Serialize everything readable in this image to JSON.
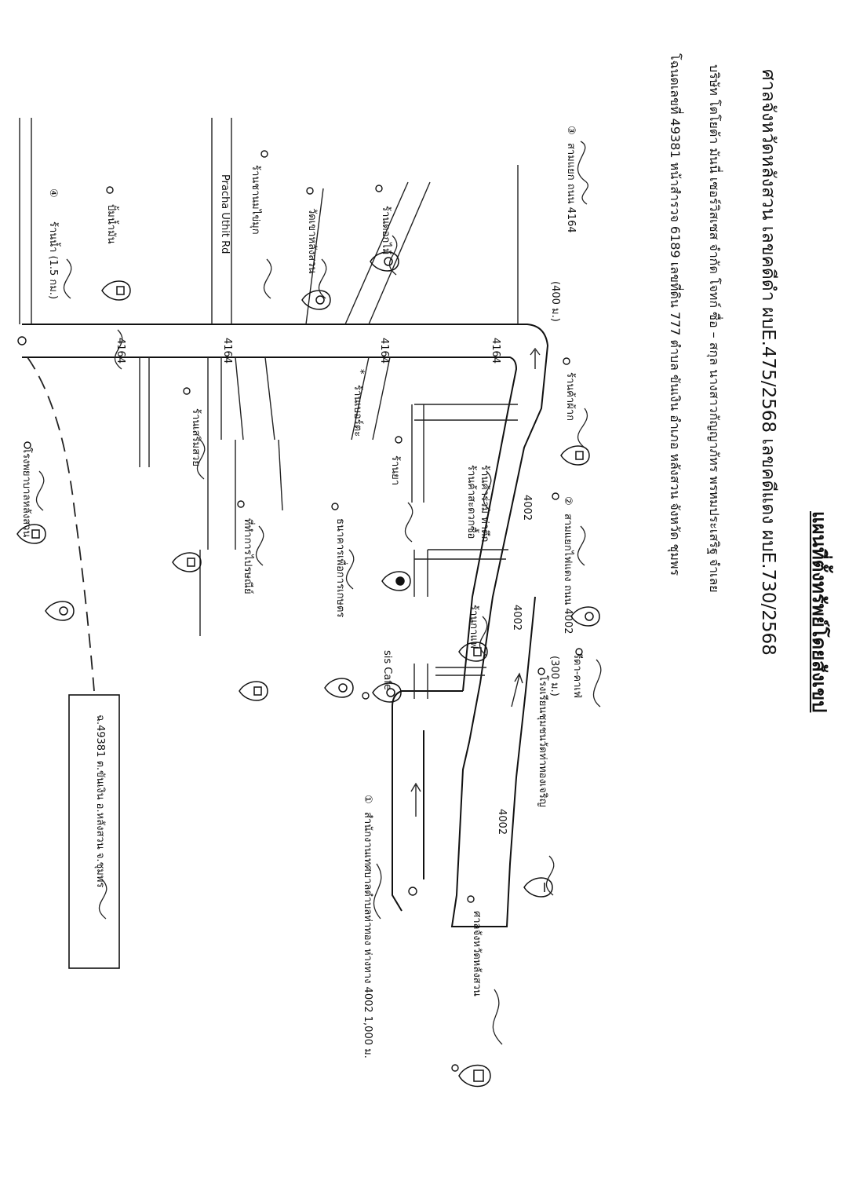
{
  "header": {
    "title": "แผนที่ตั้งทรัพย์โดยสังเขป",
    "line1": "ศาลจังหวัดหลังสวน  เลขคดีดำ ผบE.475/2568  เลขคดีแดง ผบE.730/2568",
    "line2": "บริษัท โตโยต้า มันนี่ เซอร์วิสเซส จำกัด  โจทก์  ซื่อ – สกุล นางสาวกัญญาภัทร พรหมประเสริฐ  จำเลย",
    "line3": "โฉนดเลขที่ 49381  หน้าสำรวจ 6189  เลขที่ดิน 777  ตำบล ขันเงิน  อำเภอ หลังสวน  จังหวัด ชุมพร"
  },
  "roads": {
    "r4164": "4164",
    "r4002": "4002",
    "pracha": "Pracha  Uthit Rd"
  },
  "places": {
    "p1_num": "①",
    "p1": "สำนักงานเทศบาลตำบลท่าทอง ห่างทาง 4002 1,000 ม.",
    "p2_num": "②",
    "p2": "สามแยกไฟแดง ถนน 4002",
    "p2_dist": "(300 ม.)",
    "p3_num": "③",
    "p3": "สามแยก ถนน 4164",
    "p3_dist": "(400 ม.)",
    "p4_num": "④",
    "p4": "ร้านน้ำ (1.5 กม.)",
    "cafe": "รีดา-คาเฟ่",
    "school": "โรงเรียนชุมชนวัดท่าทองเจริญ",
    "bank": "ธนาคารเพื่อการเกษตร",
    "shop": "ร้านค้าผ้าก",
    "store": "ร้านค้าร่วม ท่าตึก",
    "mart": "ร้านค้าสะดวกซื้อ",
    "siscafe": "sis Cafe",
    "pharm": "ร้านยา",
    "tamnak": "ร้านเบอร์ตะ",
    "salon": "ร้านเสริมสวย",
    "gov": "โรงพยาบาลหลังสวน",
    "tea": "ร้านชานมไข่มุก",
    "temple": "วัดเขาหลังสวน",
    "oil": "ปั้มน้ำมัน",
    "flower": "ร้านดอกไม้",
    "parcel": "ที่ทำการไปรษณีย์",
    "bar": "ร้านกาแฟ",
    "court": "ศาลจังหวัดหลังสวน",
    "property": "ฉ.49381 ต.ขันเงิน อ.หลังสวน จ.ชุมพร",
    "star": "*"
  }
}
